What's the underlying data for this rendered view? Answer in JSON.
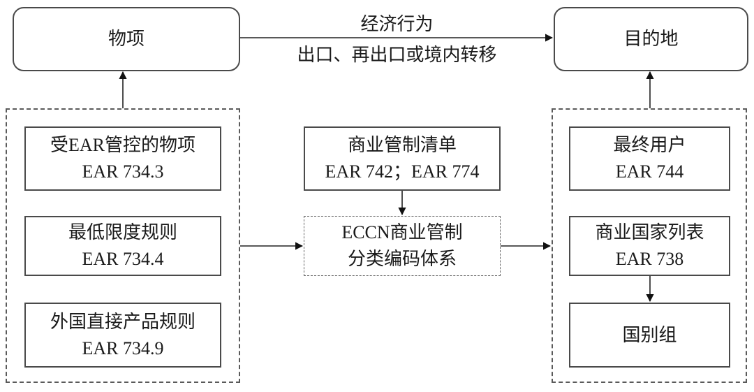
{
  "diagram": {
    "top_nodes": {
      "items": {
        "label": "物项"
      },
      "destination": {
        "label": "目的地"
      }
    },
    "main_edge": {
      "label_above": "经济行为",
      "label_below": "出口、再出口或境内转移"
    },
    "left_group": {
      "boxes": [
        {
          "title": "受EAR管控的物项",
          "ref": "EAR 734.3"
        },
        {
          "title": "最低限度规则",
          "ref": "EAR 734.4"
        },
        {
          "title": "外国直接产品规则",
          "ref": "EAR 734.9"
        }
      ]
    },
    "center": {
      "ccl": {
        "title": "商业管制清单",
        "ref": "EAR 742；EAR 774"
      },
      "eccn": {
        "line1": "ECCN商业管制",
        "line2": "分类编码体系"
      }
    },
    "right_group": {
      "boxes": [
        {
          "title": "最终用户",
          "ref": "EAR 744"
        },
        {
          "title": "商业国家列表",
          "ref": "EAR 738"
        },
        {
          "title": "国别组"
        }
      ]
    }
  }
}
